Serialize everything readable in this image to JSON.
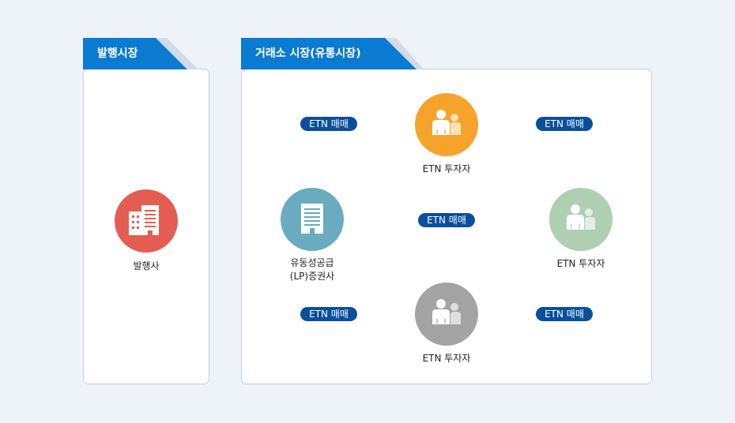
{
  "issue_market": {
    "tab_label": "발행시장",
    "issuer_label": "발행사"
  },
  "exchange_market": {
    "tab_label": "거래소 시장(유통시장)",
    "lp_label_line1": "유동성공급",
    "lp_label_line2": "(LP)증권사",
    "investor_top_label": "ETN 투자자",
    "investor_right_label": "ETN 투자자",
    "investor_bottom_label": "ETN 투자자",
    "trade_labels": [
      "ETN 매매",
      "ETN 매매",
      "ETN 매매",
      "ETN 매매",
      "ETN 매매"
    ]
  },
  "colors": {
    "tab_blue": "#0a7bd1",
    "pill_navy": "#0a4f9c",
    "issuer_red": "#e45d52",
    "lp_teal": "#6aabbf",
    "investor_orange": "#f6a32b",
    "investor_green": "#aecfb0",
    "investor_gray": "#a3a3a3",
    "arrow_gray": "#777777"
  },
  "icons": {
    "issuer": "building-icon",
    "lp": "office-building-icon",
    "investors": "people-icon"
  }
}
